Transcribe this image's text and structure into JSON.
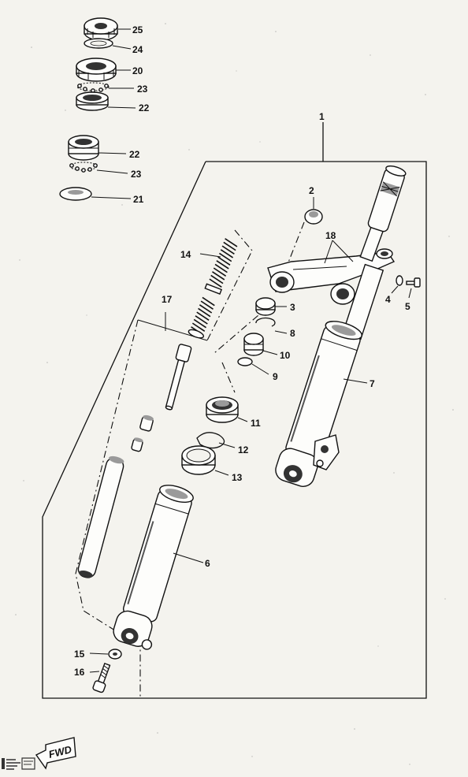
{
  "labels": {
    "l1": "1",
    "l2": "2",
    "l3": "3",
    "l4": "4",
    "l5": "5",
    "l6": "6",
    "l7": "7",
    "l8": "8",
    "l9": "9",
    "l10": "10",
    "l11": "11",
    "l12": "12",
    "l13": "13",
    "l14": "14",
    "l15": "15",
    "l16": "16",
    "l17": "17",
    "l18": "18",
    "l20": "20",
    "l21": "21",
    "l22a": "22",
    "l22b": "22",
    "l23a": "23",
    "l23b": "23",
    "l24": "24",
    "l25": "25"
  },
  "fwd_label": "FWD"
}
